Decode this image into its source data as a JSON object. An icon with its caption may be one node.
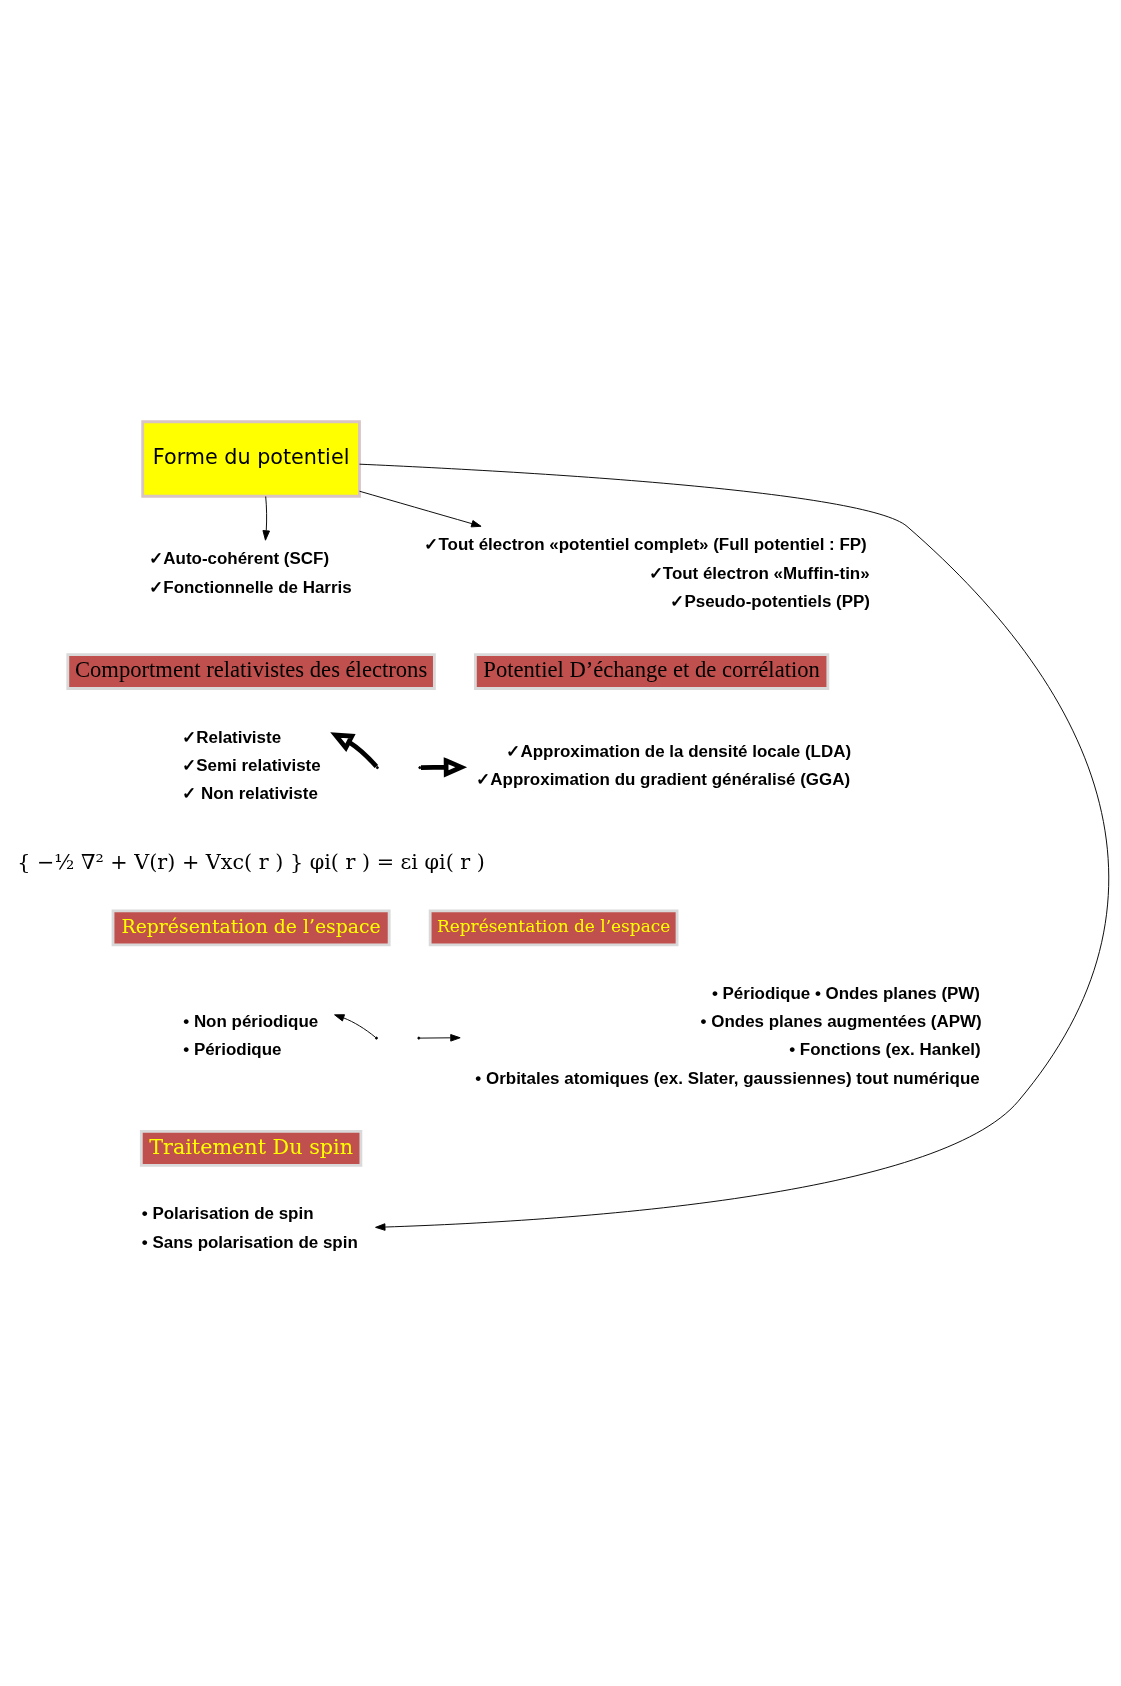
{
  "diagram": {
    "nodes": [
      {
        "text": [
          "Forme du potentiel"
        ]
      },
      {
        "text": [
          "✓Tout électron «potentiel complet» (Full potentiel : FP)",
          "✓Tout électron «Muffin-tin»",
          "✓Pseudo-potentiels (PP)"
        ]
      },
      {
        "text": [
          "✓Auto-cohérent (SCF)",
          "✓Fonctionnelle de Harris"
        ]
      },
      {
        "text": [
          "Comportment relativistes des électrons"
        ]
      },
      {
        "text": [
          "Potentiel D’échange et de corrélation"
        ]
      },
      {
        "text": [
          "✓Relativiste",
          "✓Semi relativiste",
          "✓ Non relativiste"
        ]
      },
      {
        "text": [
          "✓Approximation de la densité locale (LDA)",
          "✓Approximation du gradient généralisé (GGA)"
        ]
      },
      {
        "text": [
          "Représentation de l’espace"
        ]
      },
      {
        "text": [
          "Représentation de l’espace"
        ]
      },
      {
        "text": [
          "• Non périodique",
          "• Périodique"
        ]
      },
      {
        "text": [
          "• Périodique • Ondes planes (PW)",
          "• Ondes planes augmentées (APW)",
          "• Fonctions (ex. Hankel)",
          "• Orbitales atomiques (ex. Slater, gaussiennes) tout numérique"
        ]
      },
      {
        "text": [
          "Traitement Du spin"
        ]
      },
      {
        "text": [
          "• Polarisation de spin",
          "• Sans polarisation de spin"
        ]
      }
    ],
    "edges": [
      {
        "from": 0,
        "to": 1,
        "arrow": "to"
      },
      {
        "from": 0,
        "to": 2,
        "arrow": "to"
      },
      {
        "from": null,
        "to": 5,
        "arrow": "to",
        "style": "thick"
      },
      {
        "from": null,
        "to": 6,
        "arrow": "to",
        "style": "thick"
      },
      {
        "from": null,
        "to": 9,
        "arrow": "to"
      },
      {
        "from": null,
        "to": 10,
        "arrow": "to"
      },
      {
        "from": 0,
        "to": 12,
        "arrow": "to"
      }
    ],
    "labels": [
      "{ −½ ∇² + V(r) + Vxc( r ) } φi( r ) = εi φi( r )"
    ]
  }
}
